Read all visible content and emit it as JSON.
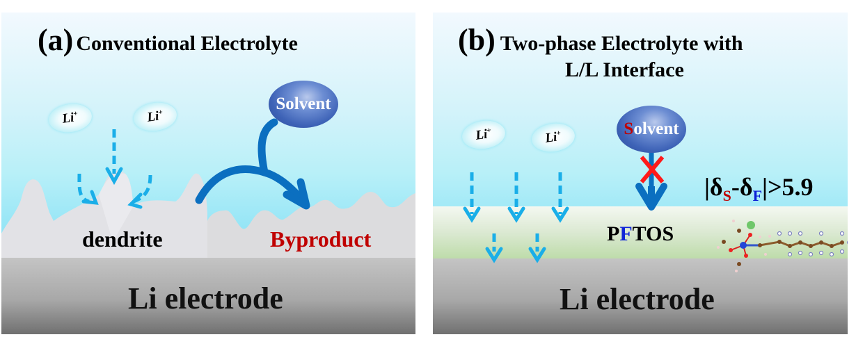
{
  "panel_a": {
    "label": "(a)",
    "title": "Conventional Electrolyte",
    "li_ions": [
      "Li",
      "Li"
    ],
    "li_charge": "+",
    "solvent_label": "Solvent",
    "dendrite_label": "dendrite",
    "byproduct_label": "Byproduct",
    "electrode_label": "Li electrode"
  },
  "panel_b": {
    "label": "(b)",
    "title_line1": "Two-phase Electrolyte with",
    "title_line2": "L/L Interface",
    "li_ions": [
      "Li",
      "Li"
    ],
    "li_charge": "+",
    "solvent_first": "S",
    "solvent_rest": "olvent",
    "formula": {
      "open": "|δ",
      "sub_s": "S",
      "mid": "-δ",
      "sub_f": "F",
      "close": "|>5.9"
    },
    "layer": {
      "p": "P",
      "f": "F",
      "rest": "TOS"
    },
    "electrode_label": "Li electrode"
  },
  "colors": {
    "arrow_dashed": "#1aaee8",
    "solvent_arrow": "#0b6fc0",
    "block_cross": "#ff1a1a",
    "byproduct_text": "#c00000",
    "sub_s": "#c00000",
    "sub_f": "#0a1ed6",
    "pftos_f": "#1025d8"
  }
}
